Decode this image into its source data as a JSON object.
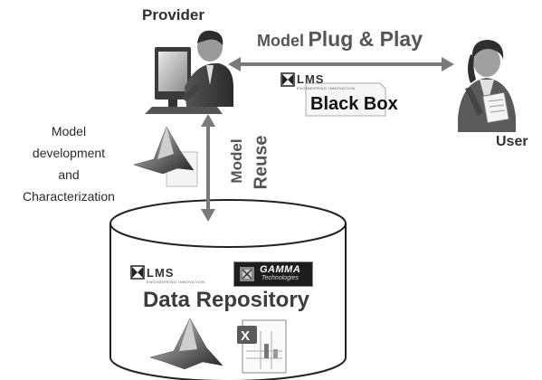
{
  "labels": {
    "provider": "Provider",
    "user": "User",
    "plug_model": "Model",
    "plug_rest": "Plug & Play",
    "black_box": "Black Box",
    "model_dev_lines": [
      "Model",
      "development",
      "and",
      "Characterization"
    ],
    "model_vertical": "Model",
    "reuse_vertical": "Reuse",
    "repository": "Data Repository"
  },
  "logos": {
    "lms_text": "LMS",
    "lms_sub": "ENGINEERING INNOVATION",
    "gamma_name": "GAMMA",
    "gamma_sub": "Technologies"
  },
  "icons": {
    "provider": "person-at-computer-icon",
    "user": "person-with-clipboard-icon",
    "matlab": "matlab-logo-icon",
    "excel": "excel-chart-icon",
    "document": "document-icon",
    "database": "database-cylinder-icon"
  },
  "colors": {
    "arrow": "#7a7a7a",
    "cylinder_stroke": "#222222"
  }
}
